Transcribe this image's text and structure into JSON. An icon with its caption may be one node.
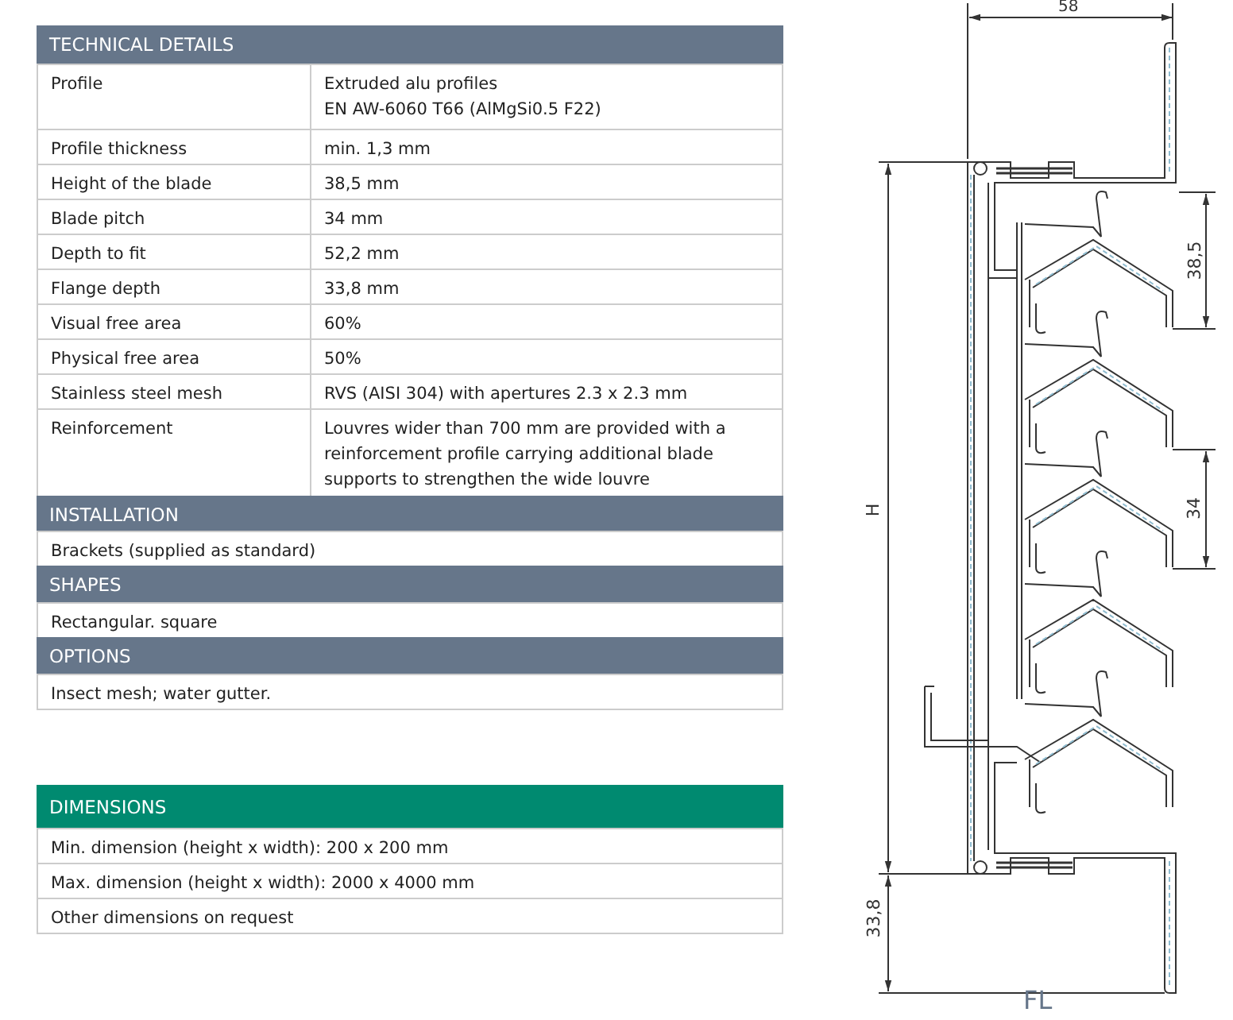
{
  "diagram": {
    "labels": [
      "TECHNICAL DETAILS",
      "Profile",
      "Extruded alu profiles",
      "EN AW-6060 T66 (AlMgSi0.5 F22)",
      "Profile thickness",
      "min. 1,3 mm",
      "Height of the blade",
      "38,5 mm",
      "Blade pitch",
      "34 mm",
      "Depth to fit",
      "52,2 mm",
      "Flange depth",
      "33,8 mm",
      "Visual free area",
      "60%",
      "Physical free area",
      "50%",
      "Stainless steel mesh",
      "RVS (AISI 304) with apertures 2.3 x 2.3 mm",
      "Reinforcement",
      "Louvres wider than 700 mm are provided with a reinforcement profile carrying additional blade supports to strengthen the wide louvre",
      "INSTALLATION",
      "Brackets (supplied as standard)",
      "SHAPES",
      "Rectangular. square",
      "OPTIONS",
      "Insect mesh; water gutter.",
      "DIMENSIONS",
      "Min. dimension (height x width): 200 x 200 mm",
      "Max. dimension (height x width): 2000 x 4000 mm",
      "Other dimensions on request",
      "58",
      "38,5",
      "H",
      "34",
      "33,8",
      "FL"
    ]
  }
}
